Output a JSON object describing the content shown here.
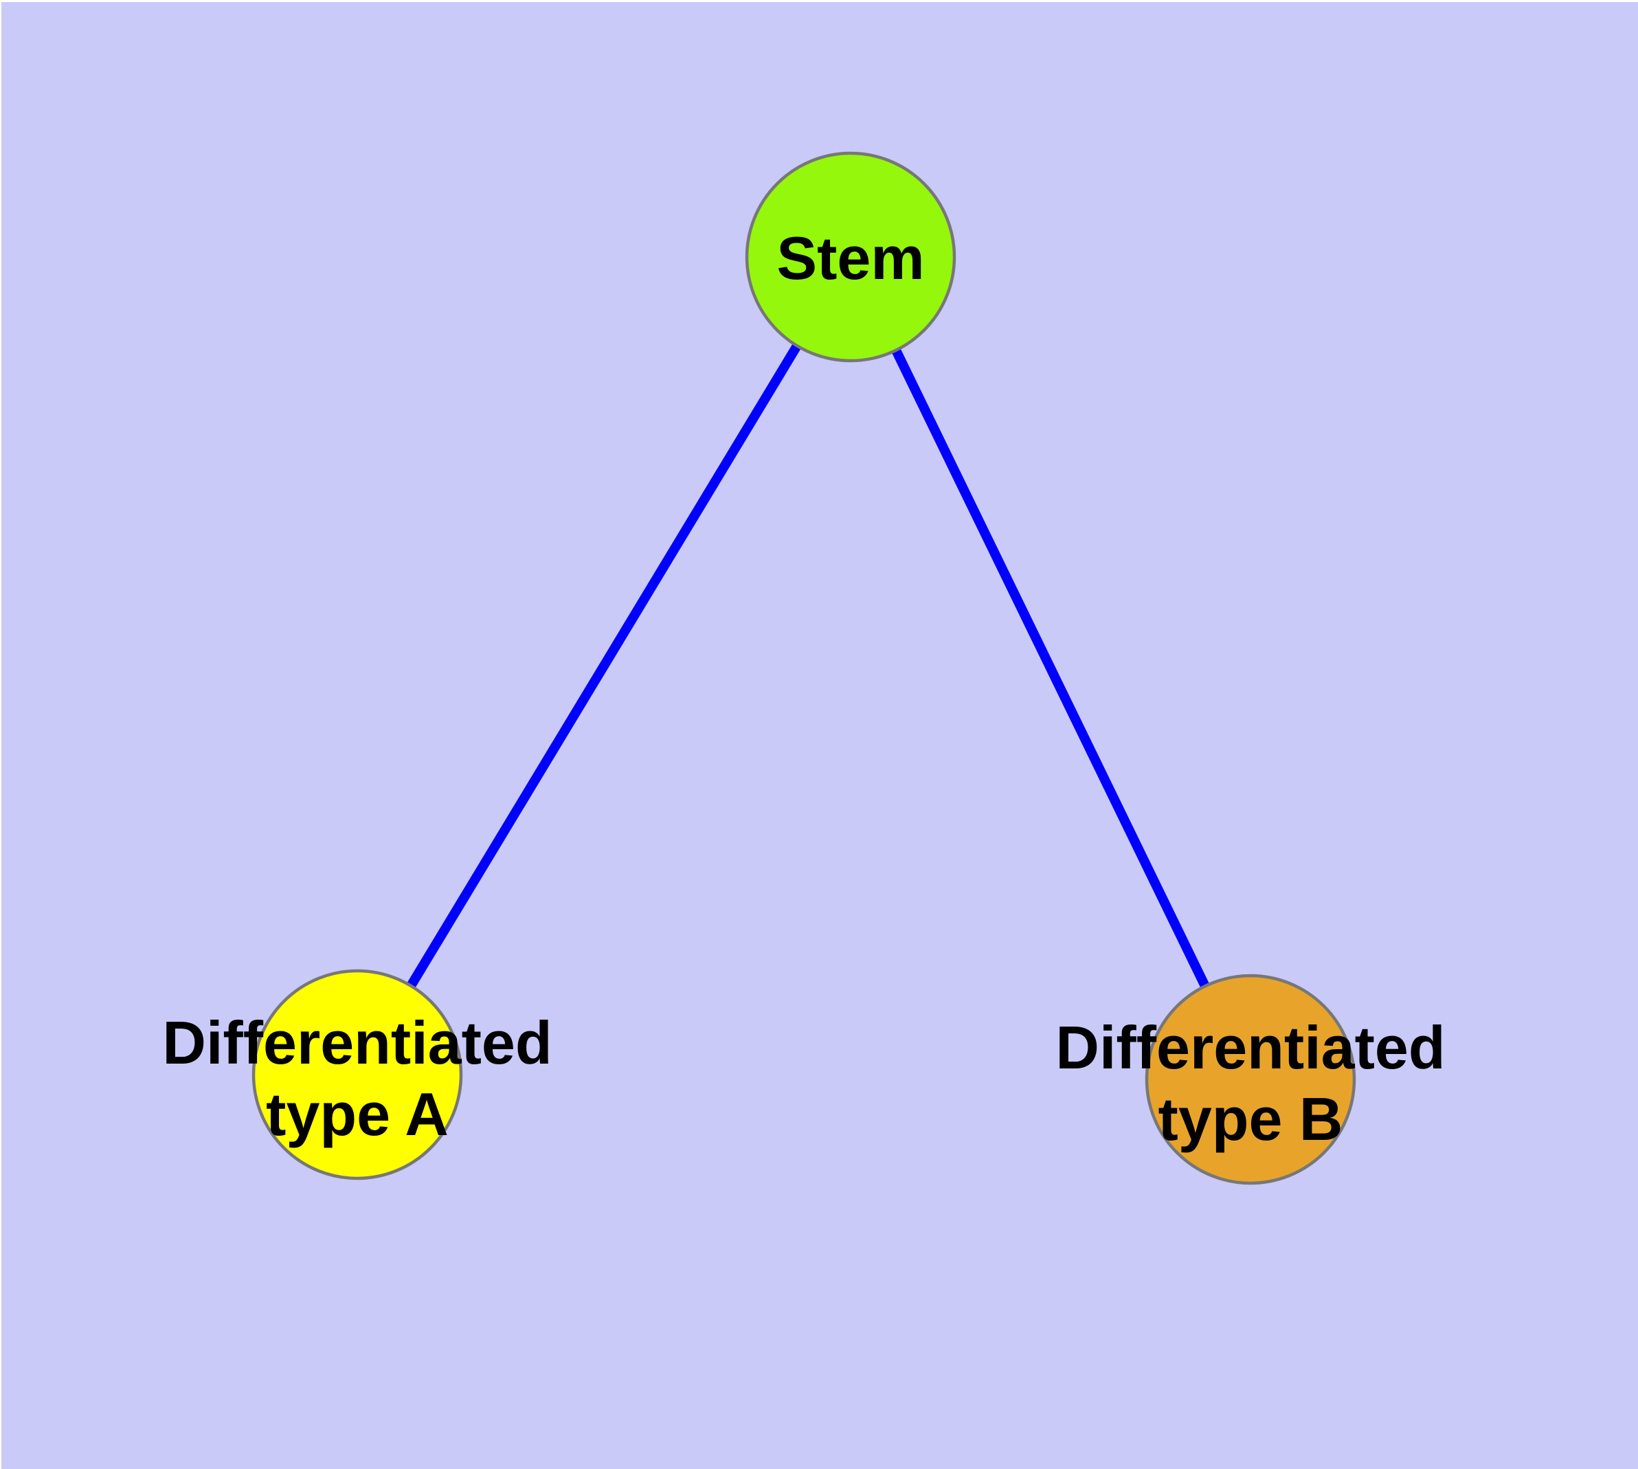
{
  "diagram": {
    "type": "node-link-graph",
    "description": "Stem cell differentiation diagram: one stem node connected to two differentiated cell type nodes",
    "colors": {
      "background": "#CACAF8",
      "page_margin": "#FFFFFF",
      "edge": "#0000FF",
      "node_border": "#777777",
      "label_text": "#000000"
    },
    "nodes": [
      {
        "id": "stem",
        "label": "Stem",
        "color": "#94F70C"
      },
      {
        "id": "differentiated-type-a",
        "label": "Differentiated\ntype A",
        "color": "#FFFF00"
      },
      {
        "id": "differentiated-type-b",
        "label": "Differentiated\ntype B",
        "color": "#E8A42A"
      }
    ],
    "edges": [
      {
        "from": "Stem",
        "to": "Differentiated type A"
      },
      {
        "from": "Stem",
        "to": "Differentiated type B"
      }
    ]
  }
}
